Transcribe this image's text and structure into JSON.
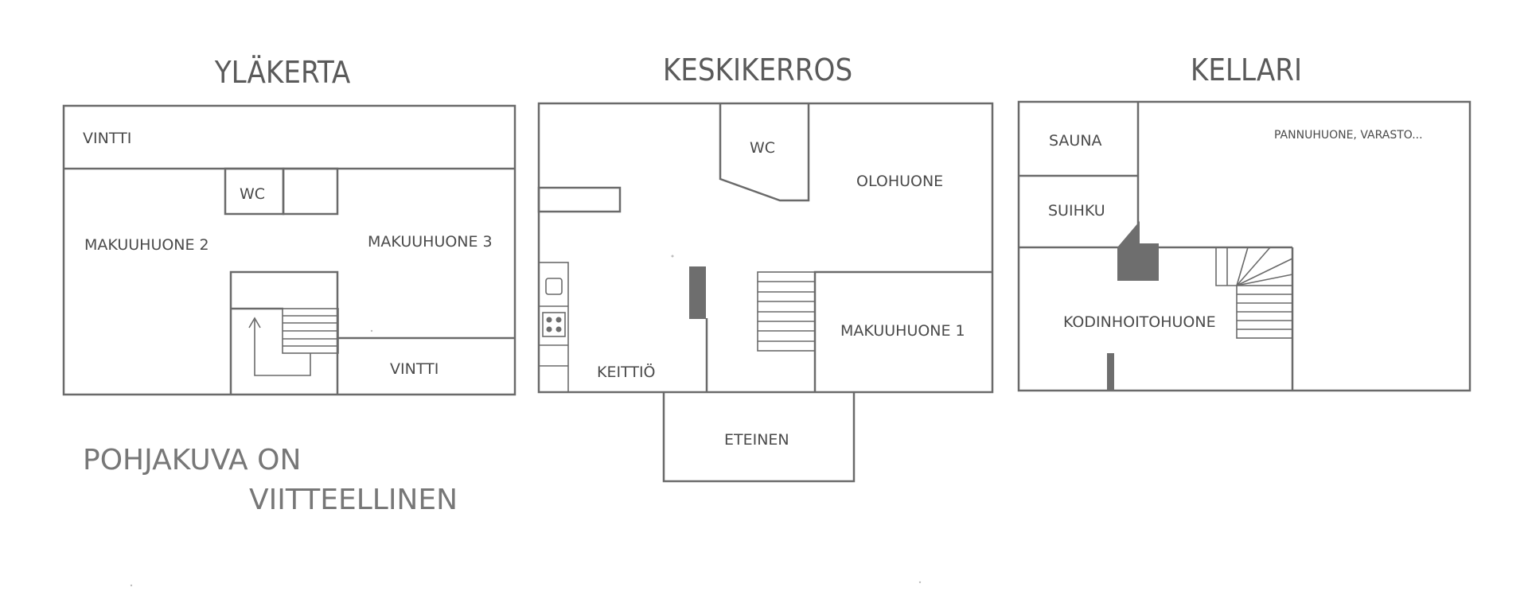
{
  "floors": {
    "upper": {
      "title": "YLÄKERTA",
      "rooms": {
        "vintti_top": "VINTTI",
        "wc": "WC",
        "makuuhuone2": "MAKUUHUONE 2",
        "makuuhuone3": "MAKUUHUONE 3",
        "vintti_bottom": "VINTTI"
      }
    },
    "middle": {
      "title": "KESKIKERROS",
      "rooms": {
        "wc": "WC",
        "olohuone": "OLOHUONE",
        "keittio": "KEITTIÖ",
        "makuuhuone1": "MAKUUHUONE 1",
        "eteinen": "ETEINEN"
      }
    },
    "basement": {
      "title": "KELLARI",
      "rooms": {
        "sauna": "SAUNA",
        "suihku": "SUIHKU",
        "pannuhuone": "PANNUHUONE, VARASTO...",
        "kodinhoitohuone": "KODINHOITOHUONE"
      }
    }
  },
  "note": {
    "line1": "POHJAKUVA ON",
    "line2": "VIITTEELLINEN"
  }
}
